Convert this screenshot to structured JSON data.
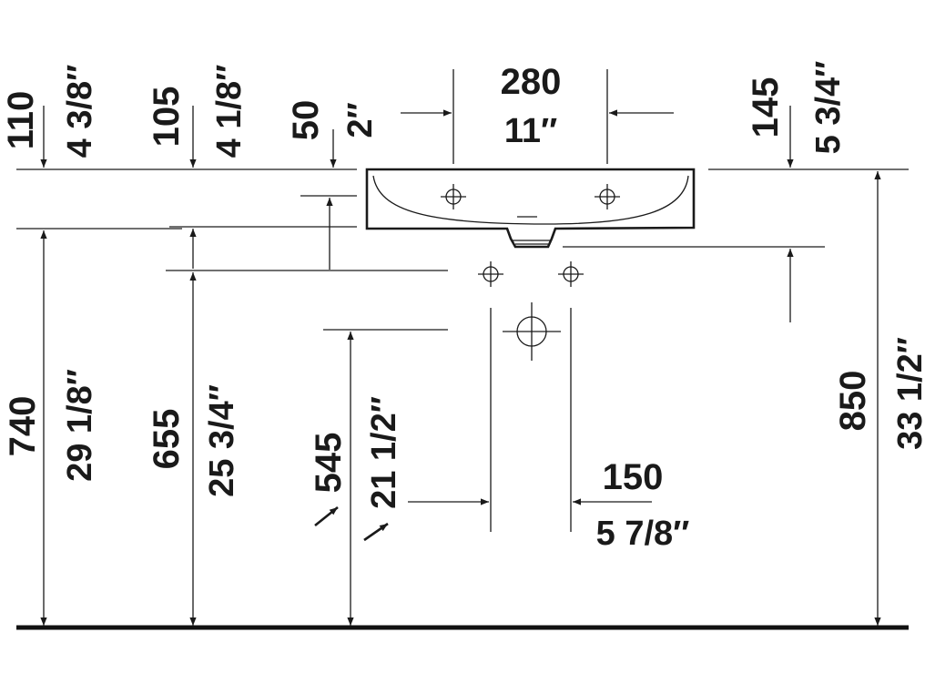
{
  "dimensions": {
    "top_offset_left": {
      "mm": "110",
      "inch": "4 3/8″"
    },
    "top_offset_mid": {
      "mm": "105",
      "inch": "4 1/8″"
    },
    "top_offset_small": {
      "mm": "50",
      "inch": "2″"
    },
    "tap_hole_spacing": {
      "mm": "280",
      "inch": "11″"
    },
    "top_offset_right": {
      "mm": "145",
      "inch": "5 3/4″"
    },
    "height_left": {
      "mm": "740",
      "inch": "29 1/8″"
    },
    "height_mid": {
      "mm": "655",
      "inch": "25 3/4″"
    },
    "height_outlet": {
      "mm": "545",
      "inch": "21 1/2″"
    },
    "supply_spacing": {
      "mm": "150",
      "inch": "5 7/8″"
    },
    "height_total": {
      "mm": "850",
      "inch": "33 1/2″"
    }
  },
  "colors": {
    "line": "#1a1a1a",
    "background": "#ffffff"
  }
}
